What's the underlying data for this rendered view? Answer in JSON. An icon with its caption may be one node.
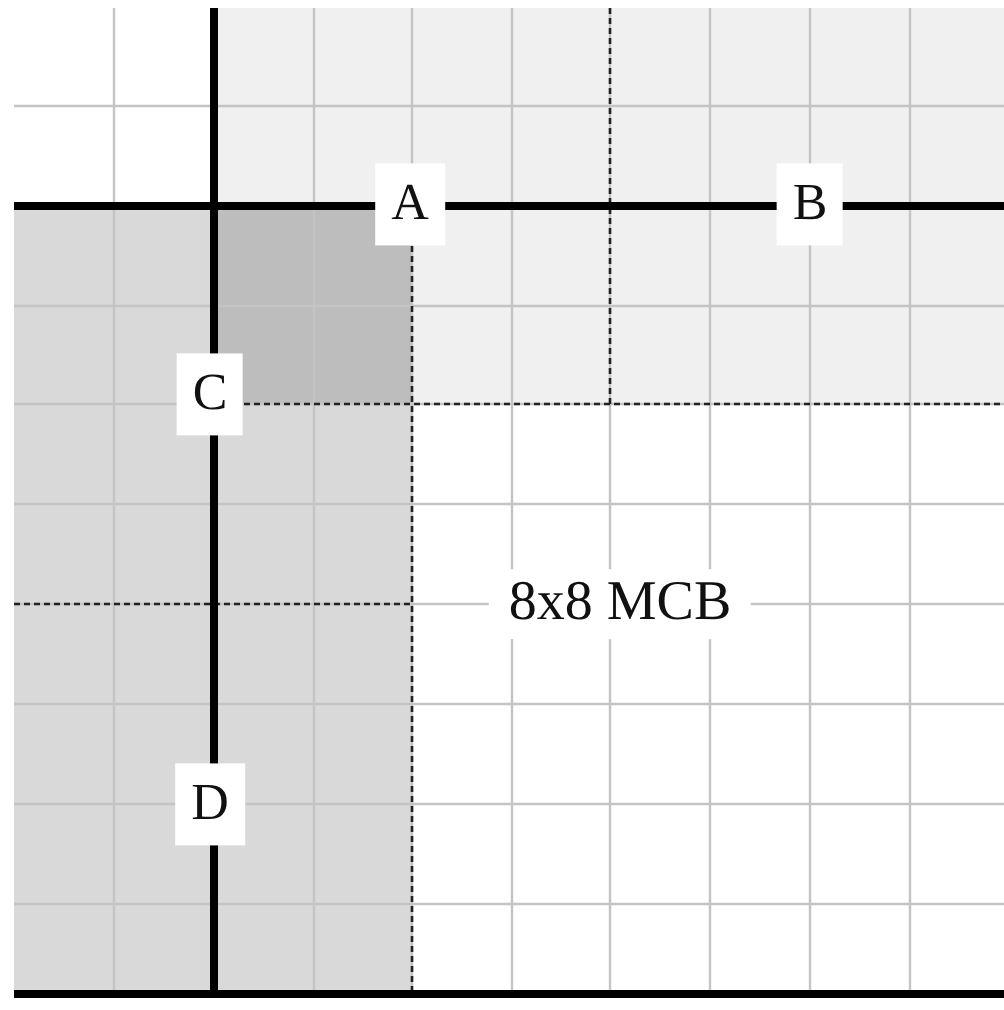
{
  "diagram": {
    "labels": [
      "A",
      "B",
      "C",
      "D",
      "8x8 MCB"
    ]
  }
}
